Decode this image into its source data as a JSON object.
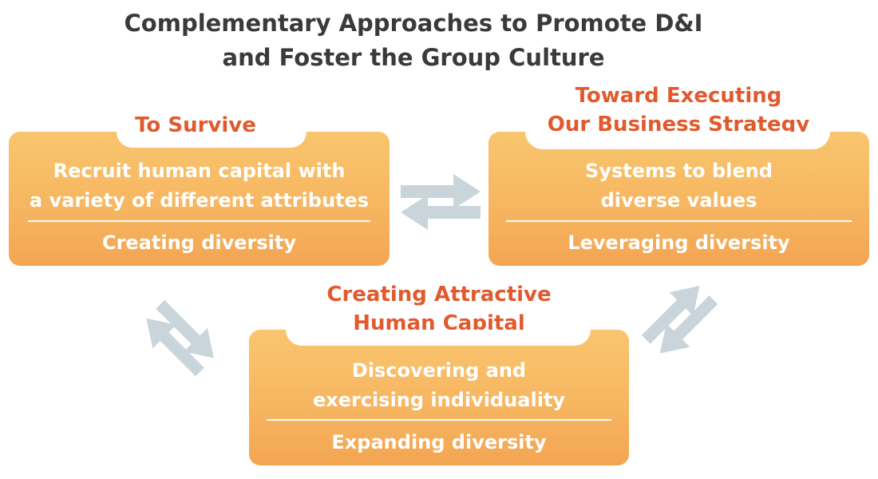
{
  "title": {
    "line1": "Complementary Approaches to Promote D&I",
    "line2": "and Foster the Group Culture"
  },
  "boxes": {
    "survive": {
      "heading": [
        "To Survive"
      ],
      "main": [
        "Recruit human capital with",
        "a variety of different attributes"
      ],
      "sub": "Creating diversity"
    },
    "strategy": {
      "heading": [
        "Toward Executing",
        "Our Business Strategy"
      ],
      "main": [
        "Systems to blend",
        "diverse values"
      ],
      "sub": "Leveraging diversity"
    },
    "capital": {
      "heading": [
        "Creating Attractive",
        "Human Capital"
      ],
      "main": [
        "Discovering and",
        "exercising individuality"
      ],
      "sub": "Expanding diversity"
    }
  },
  "colors": {
    "heading": "#e15a2e",
    "title": "#3a3a3a",
    "box_top": "#f9c56e",
    "box_bottom": "#f3a552",
    "arrow": "#c9d4db"
  },
  "arrows": [
    "double-arrow-icon",
    "double-arrow-icon",
    "double-arrow-icon"
  ]
}
